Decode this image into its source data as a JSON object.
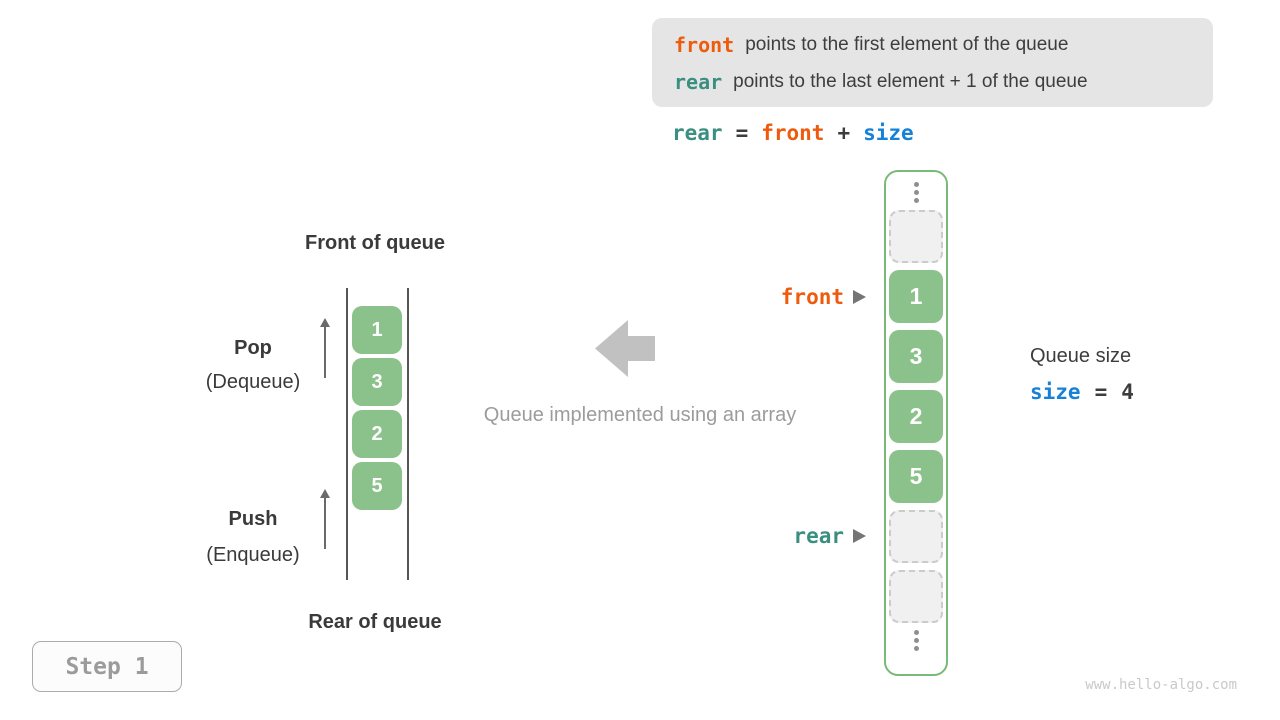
{
  "colors": {
    "orange": "#ee5b0d",
    "teal": "#3a8f80",
    "blue": "#1681d6",
    "dark": "#3d3d3d"
  },
  "info_box": {
    "lines": [
      {
        "token": "front",
        "color": "orange",
        "text": "points to the first element of the queue"
      },
      {
        "token": "rear",
        "color": "teal",
        "text": "points to the last element + 1 of the queue"
      }
    ]
  },
  "formula": {
    "parts": [
      {
        "text": "rear",
        "color": "teal"
      },
      {
        "text": "=",
        "color": "dark"
      },
      {
        "text": "front",
        "color": "orange"
      },
      {
        "text": "+",
        "color": "dark"
      },
      {
        "text": "size",
        "color": "blue"
      }
    ]
  },
  "left_queue": {
    "front_of_queue_label": "Front of queue",
    "rear_of_queue_label": "Rear of queue",
    "pop_label": "Pop",
    "pop_sublabel": "(Dequeue)",
    "push_label": "Push",
    "push_sublabel": "(Enqueue)",
    "values": [
      "1",
      "3",
      "2",
      "5"
    ]
  },
  "center": {
    "caption": "Queue implemented using an array",
    "arrow_icon": "left-block-arrow"
  },
  "array_column": {
    "front_pointer_label": "front",
    "rear_pointer_label": "rear",
    "cells": [
      {
        "type": "dots"
      },
      {
        "type": "empty"
      },
      {
        "type": "value",
        "value": "1"
      },
      {
        "type": "value",
        "value": "3"
      },
      {
        "type": "value",
        "value": "2"
      },
      {
        "type": "value",
        "value": "5"
      },
      {
        "type": "empty"
      },
      {
        "type": "empty"
      },
      {
        "type": "dots"
      }
    ]
  },
  "size_panel": {
    "title": "Queue size",
    "token": "size",
    "equals": "=",
    "value": "4"
  },
  "step_badge": {
    "label": "Step 1"
  },
  "watermark": "www.hello-algo.com"
}
